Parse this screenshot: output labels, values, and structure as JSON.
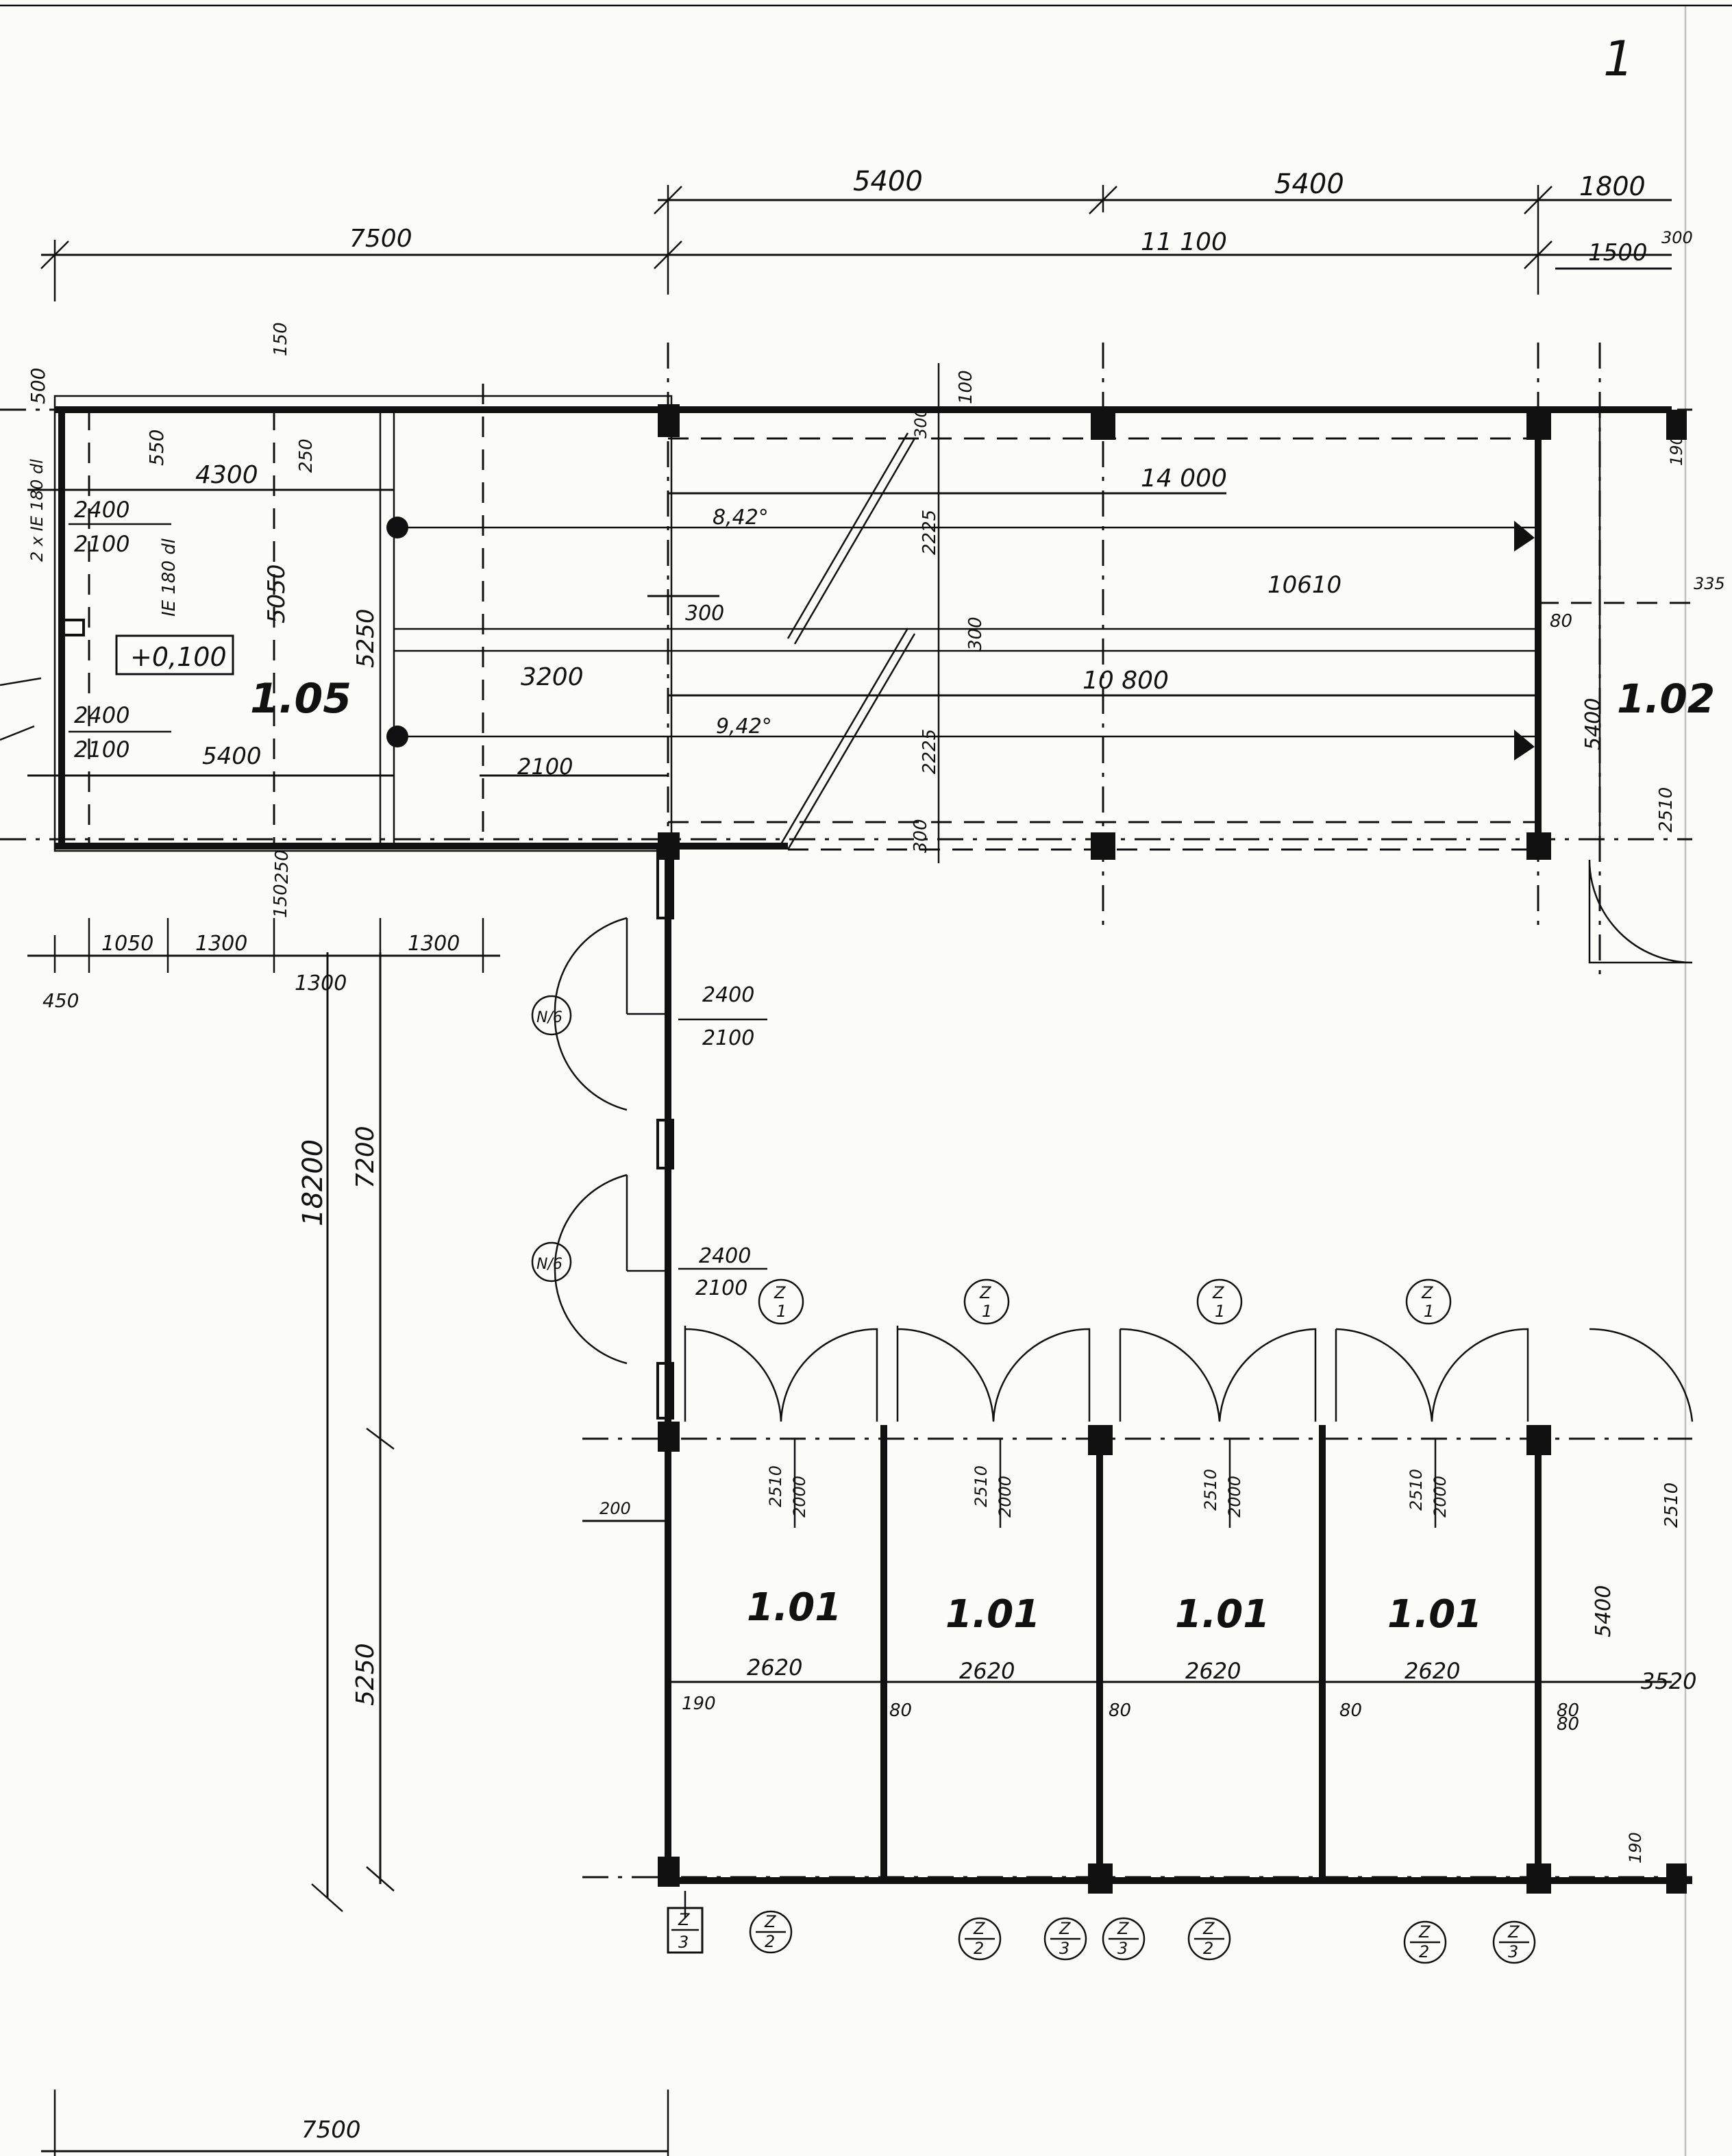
{
  "sheet": {
    "number": "1"
  },
  "dims_top": {
    "d5400a": "5400",
    "d5400b": "5400",
    "d1800": "1800",
    "d7500": "7500",
    "d11100": "11 100",
    "d1500": "1500",
    "d300": "300"
  },
  "room105": {
    "number": "1.05",
    "level": "+0,100",
    "d4300": "4300",
    "d5400": "5400",
    "d5050": "5050",
    "d5250": "5250",
    "d2400a": "2400",
    "d2100a": "2100",
    "d2400b": "2400",
    "d2100b": "2100",
    "d150a": "150",
    "d150b": "150",
    "d250a": "250",
    "d250b": "250",
    "d500": "500",
    "d550": "550",
    "vlabel1": "IE 180 dl",
    "vlabel2": "2 x IE 180 dl",
    "b1050": "1050",
    "b1300a": "1300",
    "b1300b": "1300",
    "b1300c": "1300",
    "b450": "450"
  },
  "canopy": {
    "d14000": "14 000",
    "d10610": "10610",
    "d10800": "10 800",
    "d3200": "3200",
    "d2100": "2100",
    "d300a": "300",
    "d300b": "300",
    "d300c": "300",
    "d2225a": "2225",
    "d2225b": "2225",
    "slope1": "8,42°",
    "slope2": "9,42°",
    "d100": "100",
    "d300d": "300"
  },
  "room102": {
    "number": "1.02",
    "d5400": "5400",
    "d2510": "2510",
    "d80": "80",
    "d190": "190",
    "d3520": "3520",
    "d5400b": "5400",
    "d2510b": "2510",
    "d190b": "190",
    "d80b": "80",
    "d335": "335"
  },
  "doorsN": {
    "tag": "N/6",
    "tag2": "N/6",
    "h1": "2400",
    "h2": "2100",
    "h3": "2400",
    "h4": "2100"
  },
  "left_dims": {
    "d18200": "18200",
    "d7200": "7200",
    "d5250": "5250",
    "d200": "200"
  },
  "garages": {
    "rooms": [
      "1.01",
      "1.01",
      "1.01",
      "1.01"
    ],
    "widths": [
      "2620",
      "2620",
      "2620",
      "2620"
    ],
    "door_top": [
      "2510",
      "2510",
      "2510",
      "2510"
    ],
    "door_bottom": [
      "2000",
      "2000",
      "2000",
      "2000"
    ],
    "wall_a": "190",
    "wall_b": "80",
    "wall_c": "80",
    "wall_d": "80",
    "wall_e": "80",
    "z_top": "Z",
    "z1": "1",
    "tags_bottom": [
      {
        "top": "Z",
        "bottom": "3"
      },
      {
        "top": "Z",
        "bottom": "2"
      },
      {
        "top": "Z",
        "bottom": "2"
      },
      {
        "top": "Z",
        "bottom": "3"
      },
      {
        "top": "Z",
        "bottom": "3"
      },
      {
        "top": "Z",
        "bottom": "2"
      },
      {
        "top": "Z",
        "bottom": "2"
      },
      {
        "top": "Z",
        "bottom": "3"
      }
    ]
  },
  "bottom_dims": {
    "d7500": "7500"
  }
}
